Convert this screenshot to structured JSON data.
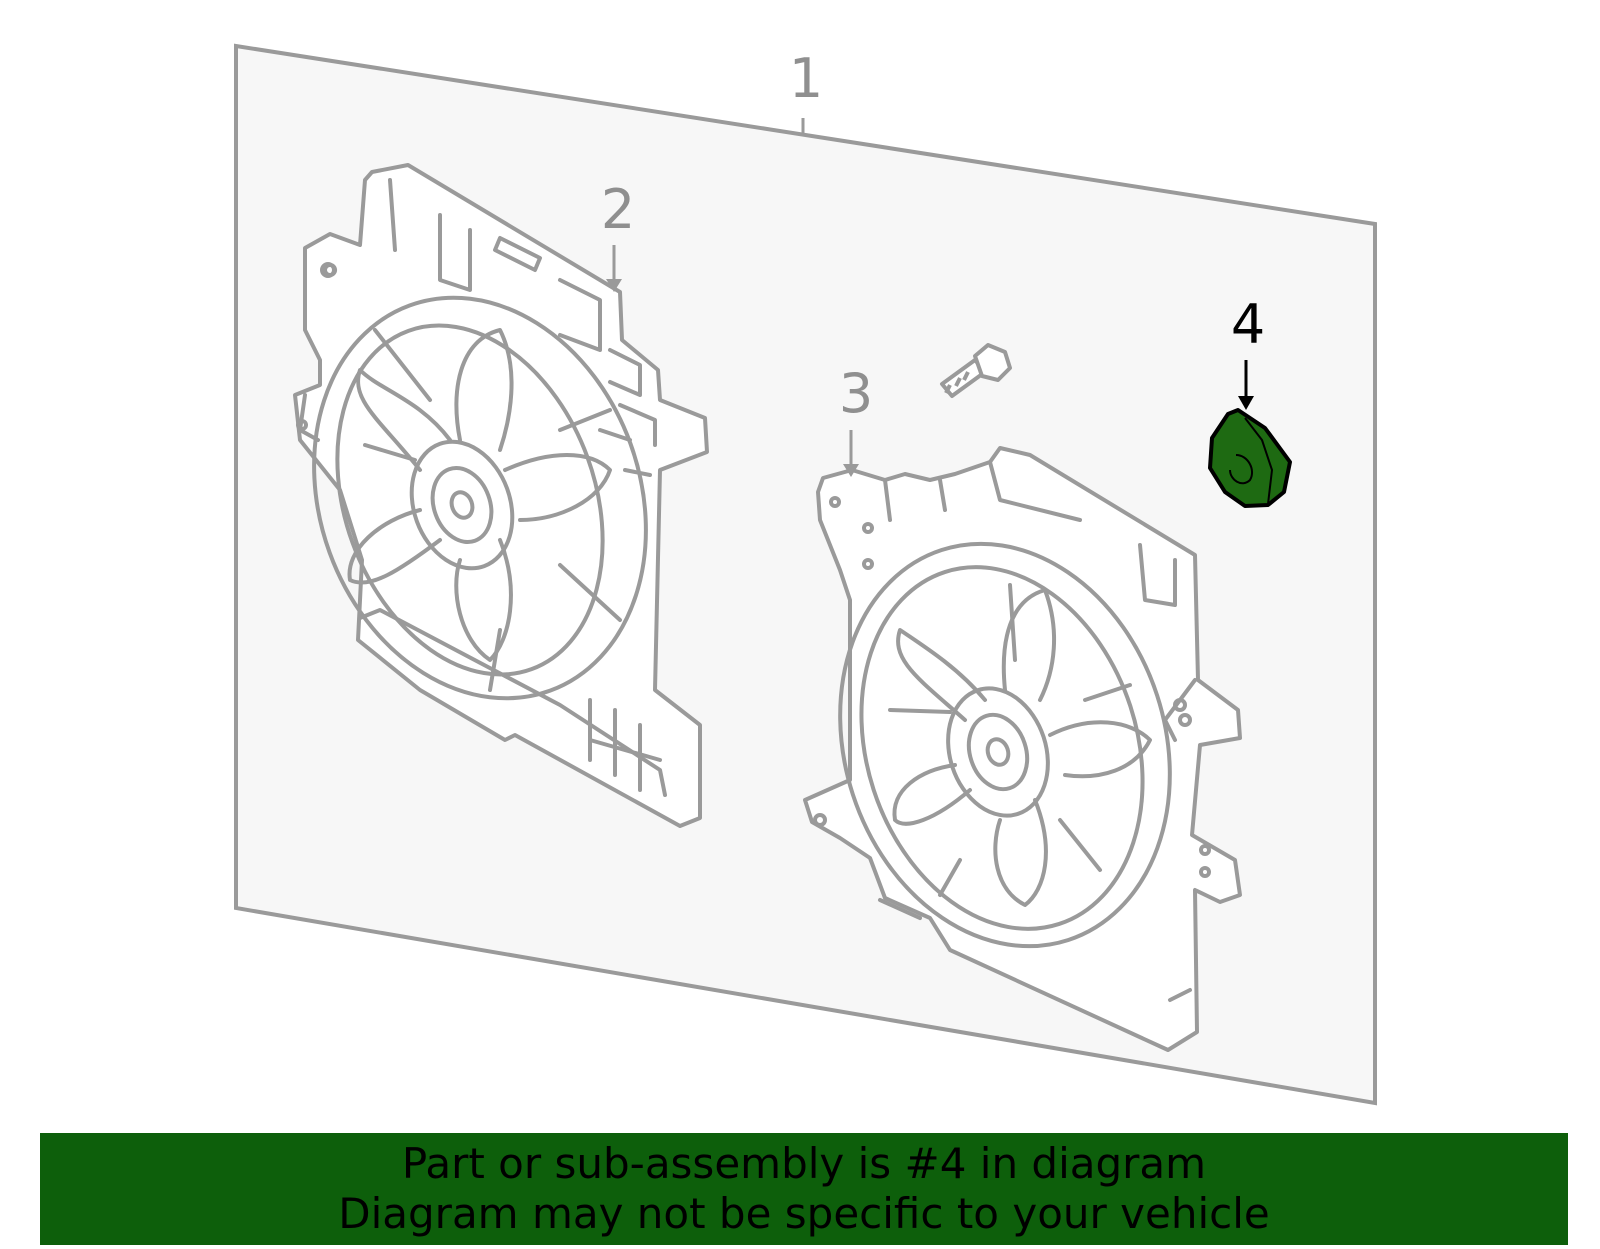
{
  "callouts": {
    "panel": "1",
    "left_fan": "2",
    "right_fan": "3",
    "highlighted_part": "4"
  },
  "banner": {
    "line1": "Part or sub-assembly is #4 in diagram",
    "line2": "Diagram may not be specific to your vehicle",
    "background_color": "#0d5f0b"
  },
  "colors": {
    "outline": "#9a9a9a",
    "panel_fill": "#f7f7f7",
    "highlight": "#1e6a12"
  }
}
